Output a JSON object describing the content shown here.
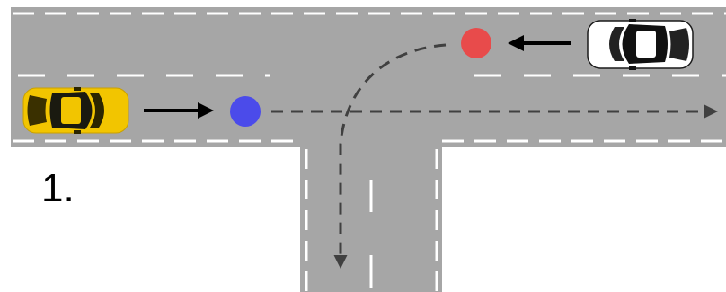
{
  "scenario_label": "1.",
  "colors": {
    "road": "#a6a6a6",
    "lane_marking": "#ffffff",
    "path_dash": "#404040",
    "arrow": "#000000",
    "blue_marker": "#4b4bea",
    "red_marker": "#e84b4b",
    "yellow_car": "#f2c500",
    "white_car": "#ffffff"
  },
  "vehicles": [
    {
      "name": "yellow-car",
      "color": "yellow",
      "heading": "east"
    },
    {
      "name": "white-car",
      "color": "white",
      "heading": "west"
    }
  ],
  "markers": [
    {
      "name": "blue-marker",
      "color": "blue"
    },
    {
      "name": "red-marker",
      "color": "red"
    }
  ],
  "paths": [
    {
      "name": "straight-through-path",
      "from": "blue-marker",
      "direction": "east"
    },
    {
      "name": "left-turn-path",
      "from": "red-marker",
      "direction": "south"
    }
  ],
  "icons": [
    "car-icon",
    "arrow-right-icon",
    "arrow-left-icon"
  ]
}
